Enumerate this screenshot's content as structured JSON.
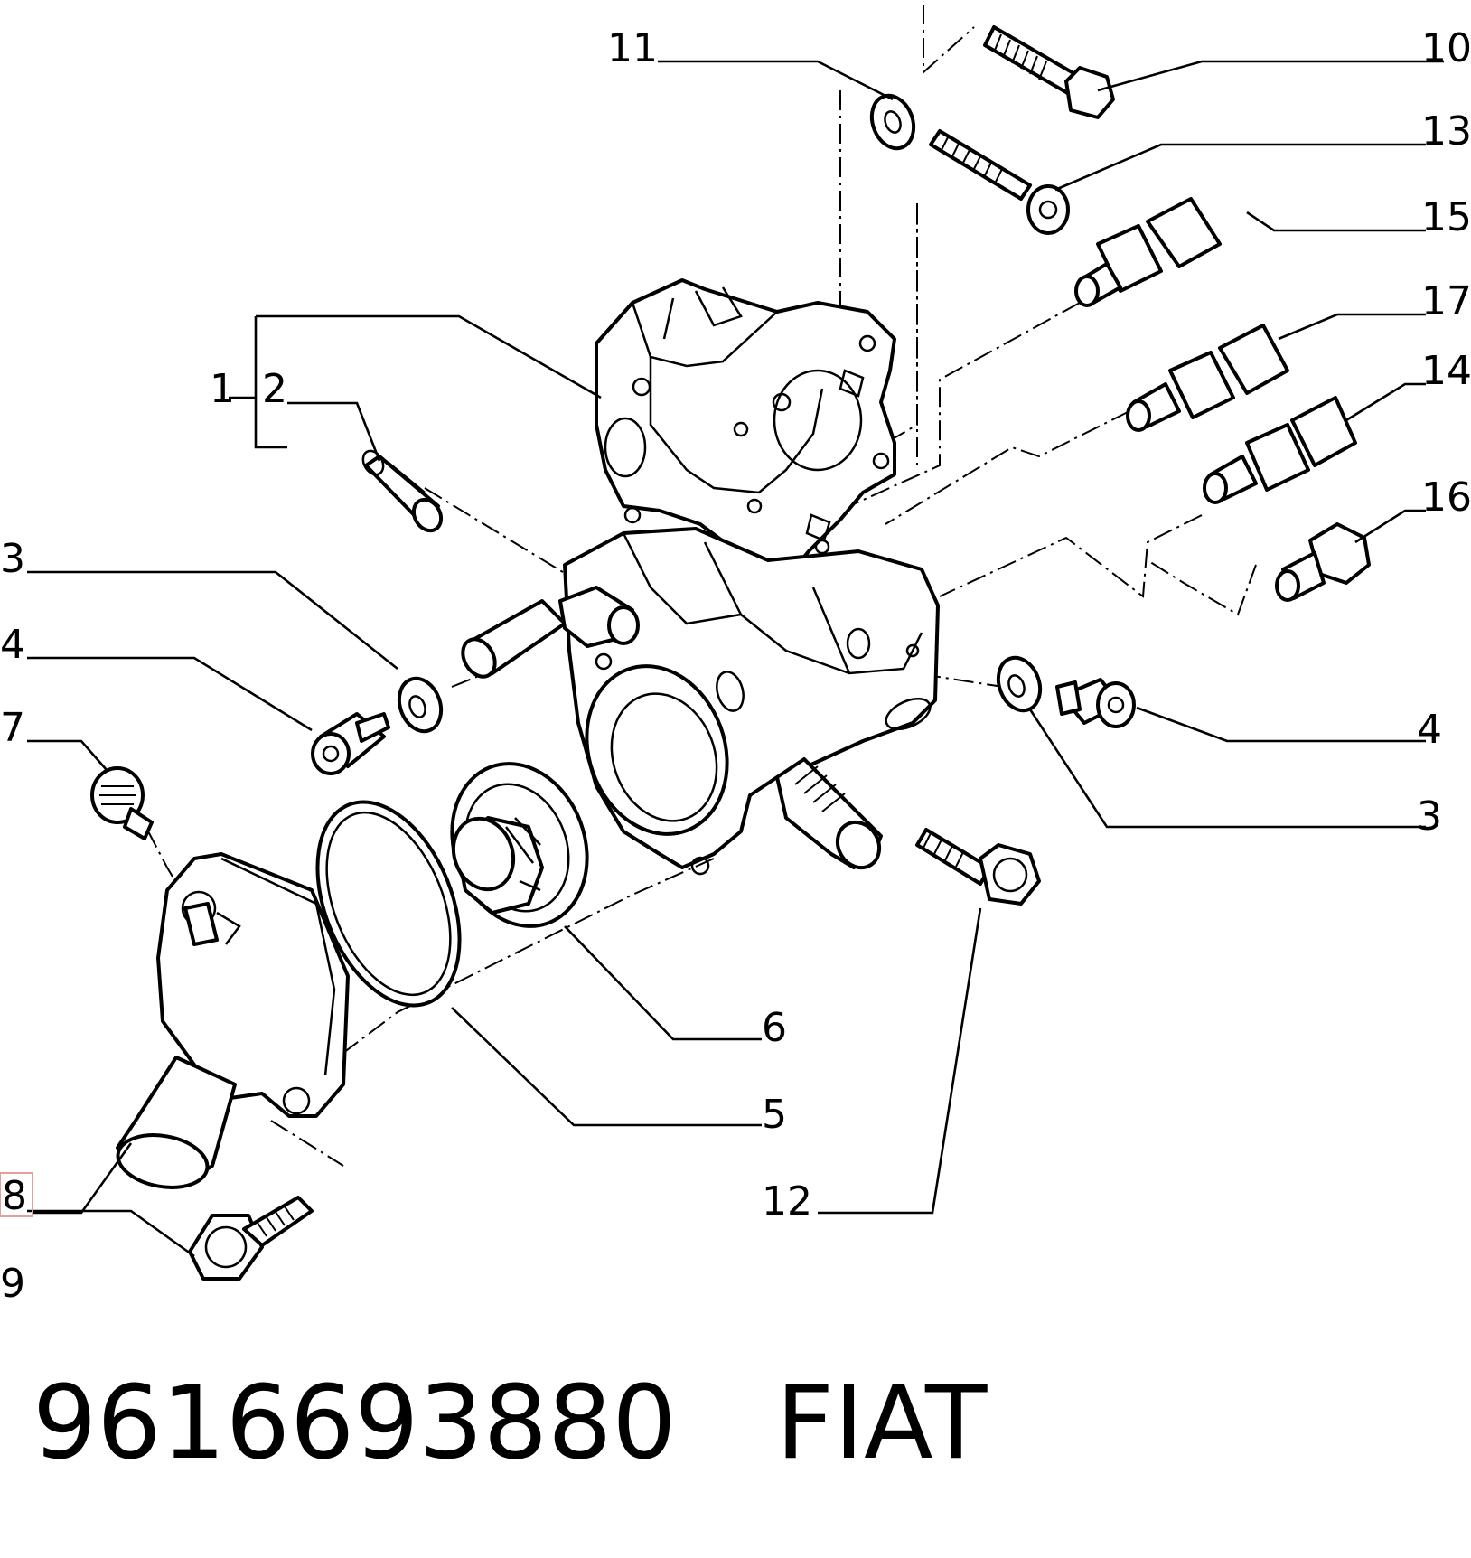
{
  "callouts": {
    "c1": "1",
    "c2": "2",
    "c3_left": "3",
    "c4_left": "4",
    "c5": "5",
    "c6": "6",
    "c7": "7",
    "c8": "8",
    "c9": "9",
    "c10": "10",
    "c11": "11",
    "c12": "12",
    "c13": "13",
    "c14": "14",
    "c15": "15",
    "c16": "16",
    "c17": "17",
    "c4_right": "4",
    "c3_right": "3"
  },
  "caption": {
    "part_number": "9616693880",
    "brand": "FIAT"
  },
  "colors": {
    "line": "#000000",
    "background": "#ffffff",
    "highlight_box": "#e0a0a0"
  }
}
